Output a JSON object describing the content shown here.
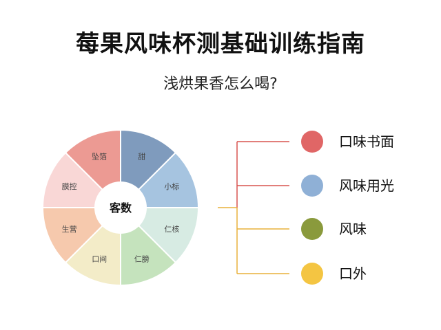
{
  "title": "莓果风味杯测基础训练指南",
  "subtitle": "浅烘果香怎么喝?",
  "wheel": {
    "center": "客数",
    "segments": [
      {
        "label": "甜",
        "color": "#7f9bbd"
      },
      {
        "label": "小标",
        "color": "#a6c4e0"
      },
      {
        "label": "仁核",
        "color": "#d7ebe3"
      },
      {
        "label": "仁膀",
        "color": "#c5e3bd"
      },
      {
        "label": "口间",
        "color": "#f3ecc8"
      },
      {
        "label": "生营",
        "color": "#f6c9ad"
      },
      {
        "label": "膜控",
        "color": "#f9d7d6"
      },
      {
        "label": "坠箔",
        "color": "#ec9a93"
      }
    ]
  },
  "legend": [
    {
      "label": "口味书面",
      "color": "#e06666",
      "line": "#d9534f"
    },
    {
      "label": "风味用光",
      "color": "#8fb0d6",
      "line": "#d9534f"
    },
    {
      "label": "风味",
      "color": "#8a9a3c",
      "line": "#e8b13a"
    },
    {
      "label": "口外",
      "color": "#f4c542",
      "line": "#e8b13a"
    }
  ]
}
